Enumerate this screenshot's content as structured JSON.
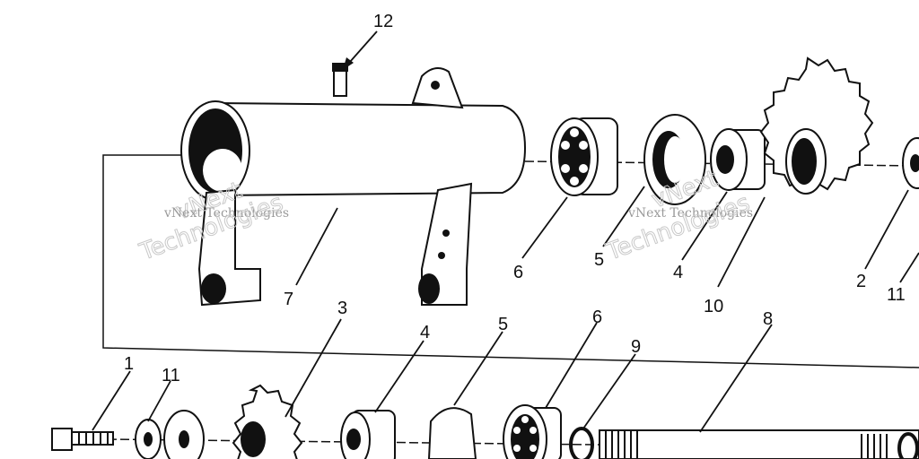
{
  "callouts": {
    "c12": "12",
    "c7": "7",
    "c6a": "6",
    "c5a": "5",
    "c4a": "4",
    "c10": "10",
    "c2": "2",
    "c11a": "11",
    "c3": "3",
    "c4b": "4",
    "c5b": "5",
    "c6b": "6",
    "c9": "9",
    "c8": "8",
    "c1": "1",
    "c11b": "11"
  },
  "watermark": {
    "text": "vNext Technologies",
    "big_a": "vNext",
    "big_b": "Technologies"
  }
}
